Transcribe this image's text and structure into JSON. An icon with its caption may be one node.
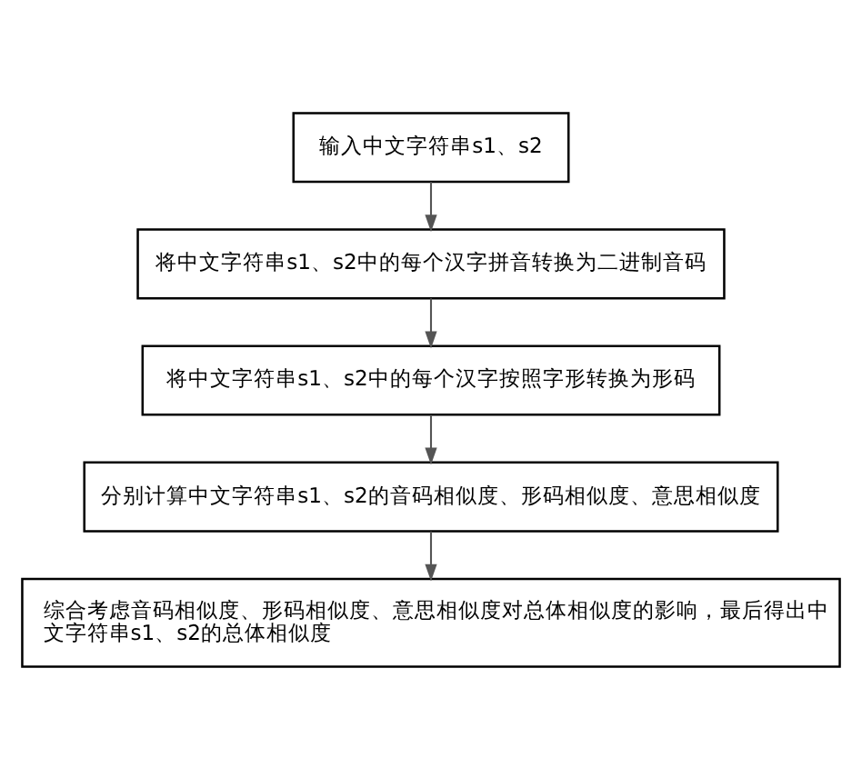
{
  "diagram": {
    "nodes": [
      {
        "text": [
          "输入中文字符串s1、s2"
        ]
      },
      {
        "text": [
          "将中文字符串s1、s2中的每个汉字拼音转换为二进制音码"
        ]
      },
      {
        "text": [
          "将中文字符串s1、s2中的每个汉字按照字形转换为形码"
        ]
      },
      {
        "text": [
          "分别计算中文字符串s1、s2的音码相似度、形码相似度、意思相似度"
        ]
      },
      {
        "text": [
          "综合考虑音码相似度、形码相似度、意思相似度对总体相似度的影响，最后得出中文字符串s1、s2的总体相似度"
        ]
      }
    ],
    "edges": [
      {
        "from": 0,
        "to": 1,
        "arrow": "to"
      },
      {
        "from": 1,
        "to": 2,
        "arrow": "to"
      },
      {
        "from": 2,
        "to": 3,
        "arrow": "to"
      },
      {
        "from": 3,
        "to": 4,
        "arrow": "to"
      }
    ]
  }
}
